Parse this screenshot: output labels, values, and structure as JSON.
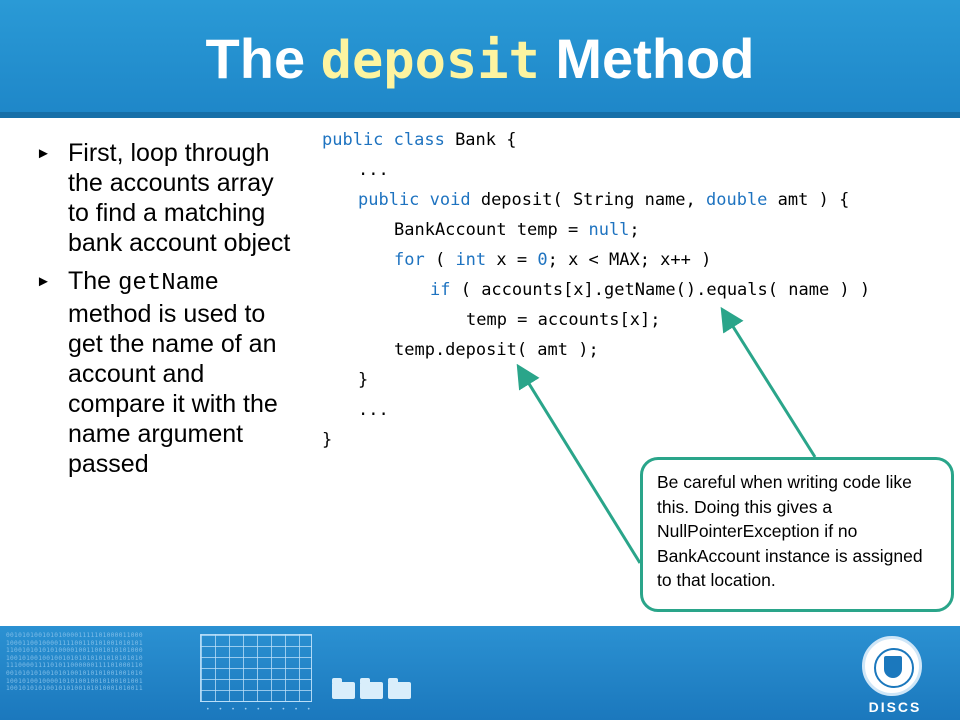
{
  "slide": {
    "title_pre": "The ",
    "title_code": "deposit",
    "title_post": " Method"
  },
  "bullets": [
    {
      "text": "First, loop through the accounts array to find a matching bank account object"
    },
    {
      "pre": "The ",
      "code": "getName",
      "post": " method is used to get the name of an account and compare it with the name argument passed"
    }
  ],
  "code": {
    "l1": {
      "a": "public class",
      "b": " Bank {"
    },
    "l2": {
      "a": "..."
    },
    "l3": {
      "a": "public void",
      "b": " deposit( String name, ",
      "c": "double",
      "d": " amt ) {"
    },
    "l4": {
      "a": "BankAccount temp = ",
      "b": "null",
      "c": ";"
    },
    "l5": {
      "a": "for",
      "b": " ( ",
      "c": "int",
      "d": " x = ",
      "e": "0",
      "f": "; x < MAX; x++ )"
    },
    "l6": {
      "a": "if",
      "b": " ( accounts[x].getName().equals( name ) )"
    },
    "l7": {
      "a": "temp = accounts[x];"
    },
    "l8": {
      "a": "temp.deposit( amt );"
    },
    "l9": {
      "a": "}"
    },
    "l10": {
      "a": "..."
    },
    "l11": {
      "a": "}"
    }
  },
  "callout": {
    "text": "Be careful when writing code like this. Doing this gives a NullPointerException if no BankAccount instance is assigned to that location."
  },
  "footer": {
    "binary": "0010101001010100001111101000011000\n1000110010000111100110101001010101\n1100101010101000010011001010101000\n1001010010010010101010101010101010\n1110000111101011000000111101000110\n0010101010010101001010101001001010\n1001010010000101010010010100101001\n1001010101001010100101010001010011",
    "logo": "DISCS"
  },
  "colors": {
    "header": "#1e86c8",
    "keyword": "#1e73c0",
    "title_code": "#fdf4a0",
    "callout_border": "#2aa58a"
  }
}
